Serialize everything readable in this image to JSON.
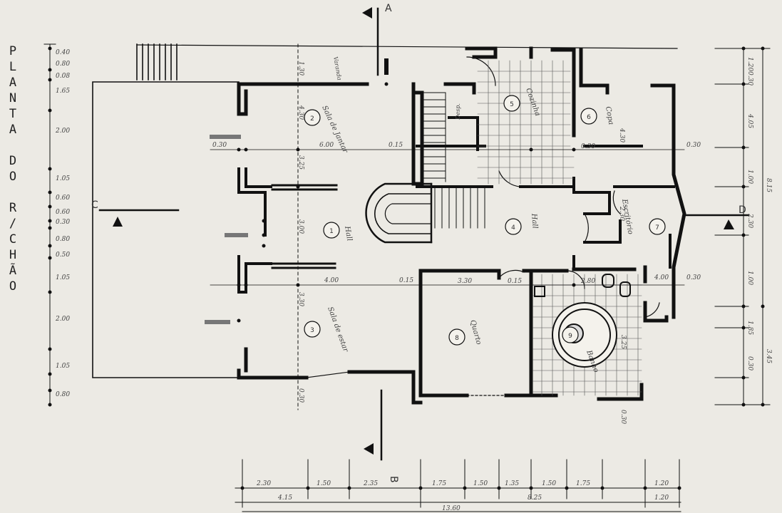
{
  "title": "PLANTA DO R/CHÃO",
  "sections": {
    "a": "A",
    "b": "B",
    "c": "C",
    "d": "D"
  },
  "rooms": {
    "sala_jantar": {
      "name": "Sala de Jantar",
      "num": "2"
    },
    "hall_entrada": {
      "name": "Hall",
      "num": "1"
    },
    "sala_estar": {
      "name": "Sala de estar",
      "num": "3"
    },
    "cozinha": {
      "name": "Cozinha",
      "num": "5"
    },
    "copa": {
      "name": "Copa",
      "num": "6"
    },
    "hall_central": {
      "name": "Hall",
      "num": "4"
    },
    "escritorio": {
      "name": "Escritório",
      "num": "7"
    },
    "quarto": {
      "name": "Quarto",
      "num": "8"
    },
    "banho": {
      "name": "Banho",
      "num": "9"
    },
    "varanda": {
      "name": "Varanda"
    },
    "despensa": {
      "name": "Desp."
    }
  },
  "dims": {
    "left": [
      "0.40",
      "0.80",
      "0.08",
      "1.65",
      "2.00",
      "1.05",
      "0.60",
      "0.60",
      "0.30",
      "0.80",
      "0.50",
      "1.05",
      "2.00",
      "1.05",
      "0.80"
    ],
    "right_inner": [
      "1.20",
      "0.30",
      "4.05",
      "1.00",
      "2.30",
      "1.00",
      "1.85",
      "0.30"
    ],
    "right_outer": [
      "8.15",
      "3.45"
    ],
    "bottom_row1": [
      "2.30",
      "1.50",
      "2.35",
      "1.75",
      "1.50",
      "1.35",
      "1.50",
      "1.75",
      "1.20"
    ],
    "bottom_row2": [
      "4.15",
      "8.25",
      "1.20"
    ],
    "bottom_total": "13.60",
    "internal": [
      "1.30",
      "4.30",
      "3.25",
      "6.00",
      "0.15",
      "0.30",
      "3.00",
      "4.00",
      "0.15",
      "3.30",
      "0.15",
      "2.80",
      "4.00",
      "0.30",
      "3.30",
      "4.30",
      "2.30",
      "3.25",
      "0.30",
      "0.30",
      "0.30",
      "0.30"
    ]
  }
}
